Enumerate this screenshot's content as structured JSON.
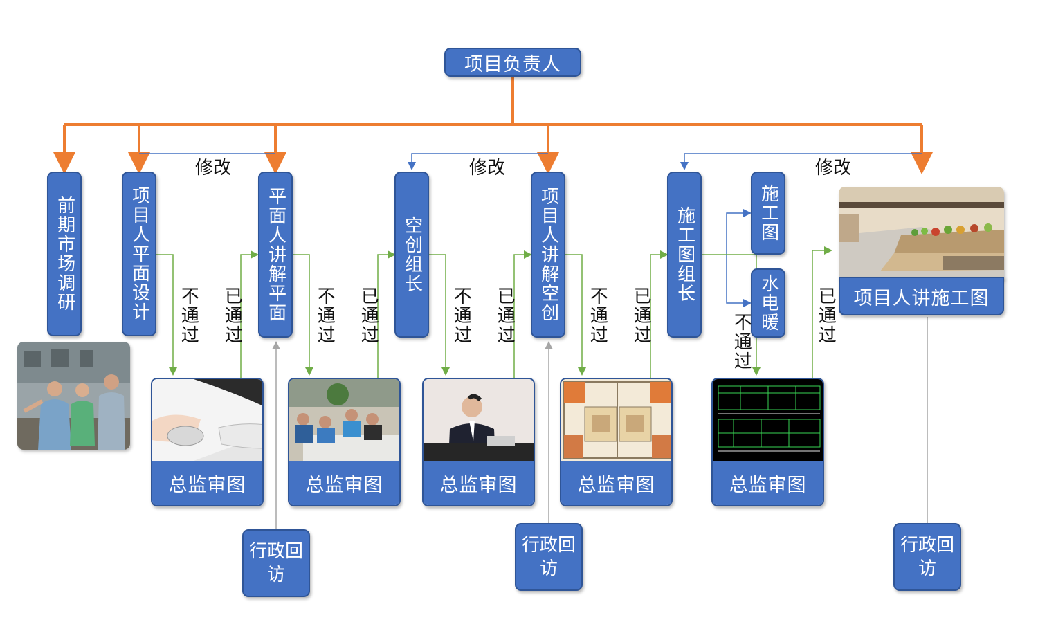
{
  "root": {
    "label": "项目负责人"
  },
  "stages": [
    {
      "label": "前期市场调研"
    },
    {
      "label": "项目人平面设计"
    },
    {
      "label": "平面人讲解平面"
    },
    {
      "label": "空创组长"
    },
    {
      "label": "项目人讲解空创"
    },
    {
      "label": "施工图组长"
    },
    {
      "label": "施工图"
    },
    {
      "label": "水电暖"
    }
  ],
  "final_stage": {
    "label": "项目人讲施工图"
  },
  "revise_labels": [
    "修改",
    "修改",
    "修改"
  ],
  "review_cards": [
    {
      "label": "总监审图"
    },
    {
      "label": "总监审图"
    },
    {
      "label": "总监审图"
    },
    {
      "label": "总监审图"
    },
    {
      "label": "总监审图"
    }
  ],
  "status": {
    "fail": "不通过",
    "pass": "已通过"
  },
  "admin_visits": [
    {
      "label": "行政回访"
    },
    {
      "label": "行政回访"
    },
    {
      "label": "行政回访"
    }
  ],
  "colors": {
    "box_fill": "#4472c4",
    "box_border": "#2f5597",
    "hierarchy_line": "#ed7d31",
    "revise_line": "#4472c4",
    "review_line": "#70ad47",
    "visit_line": "#a6a6a6"
  },
  "icons": [
    "photo-market-research",
    "photo-computer-mouse",
    "photo-team-meeting",
    "photo-presenter",
    "photo-floor-plan",
    "photo-cad-drawing",
    "photo-supermarket-interior"
  ]
}
